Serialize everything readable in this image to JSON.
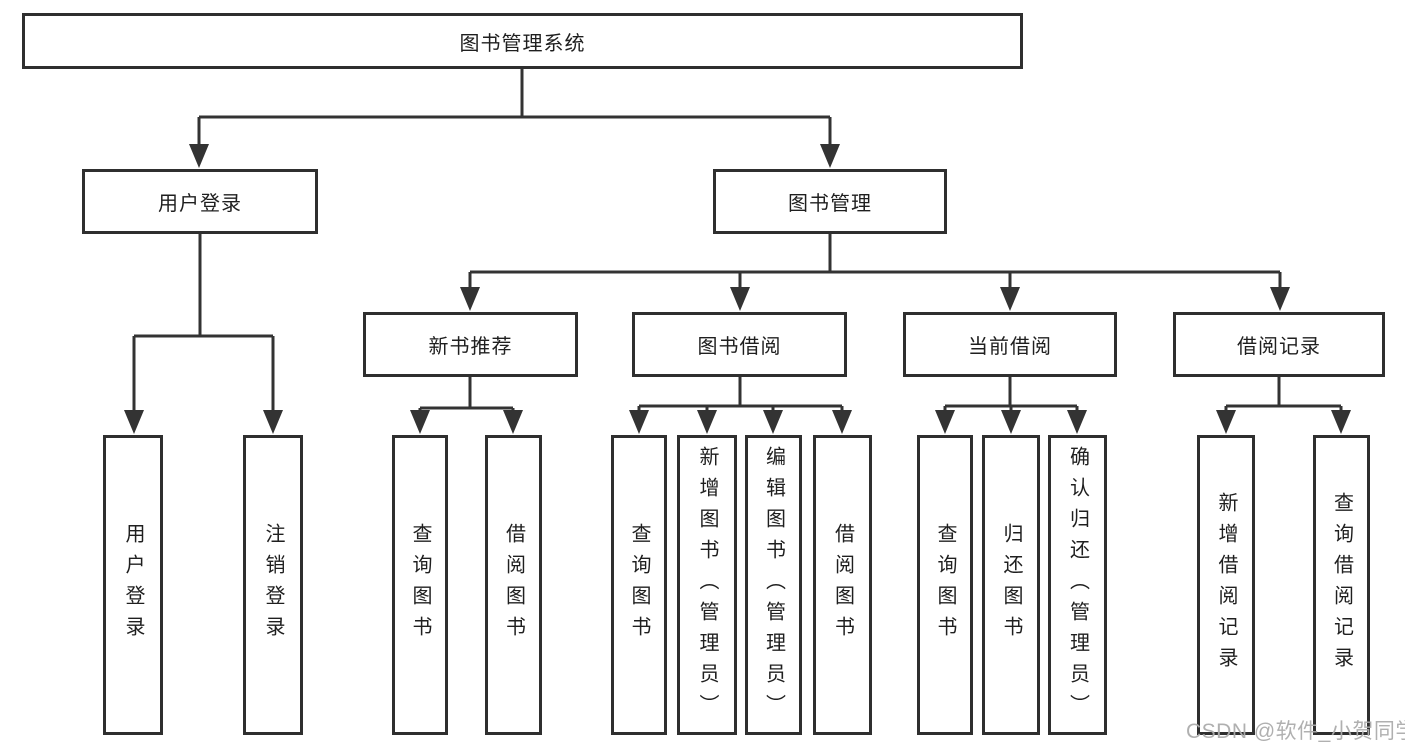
{
  "colors": {
    "background": "#ffffff",
    "line": "#333333",
    "box_border": "#2f2f2f",
    "text": "#1f1f1f",
    "watermark": "#acacac"
  },
  "tree": {
    "label": "图书管理系统",
    "children": [
      {
        "label": "用户登录",
        "children": [
          {
            "label": "用户登录"
          },
          {
            "label": "注销登录"
          }
        ]
      },
      {
        "label": "图书管理",
        "children": [
          {
            "label": "新书推荐",
            "children": [
              {
                "label": "查询图书"
              },
              {
                "label": "借阅图书"
              }
            ]
          },
          {
            "label": "图书借阅",
            "children": [
              {
                "label": "查询图书"
              },
              {
                "label": "新增图书（管理员）"
              },
              {
                "label": "编辑图书（管理员）"
              },
              {
                "label": "借阅图书"
              }
            ]
          },
          {
            "label": "当前借阅",
            "children": [
              {
                "label": "查询图书"
              },
              {
                "label": "归还图书"
              },
              {
                "label": "确认归还（管理员）"
              }
            ]
          },
          {
            "label": "借阅记录",
            "children": [
              {
                "label": "新增借阅记录"
              },
              {
                "label": "查询借阅记录"
              }
            ]
          }
        ]
      }
    ]
  },
  "watermark": {
    "text": "CSDN @软件_小贺同学"
  }
}
